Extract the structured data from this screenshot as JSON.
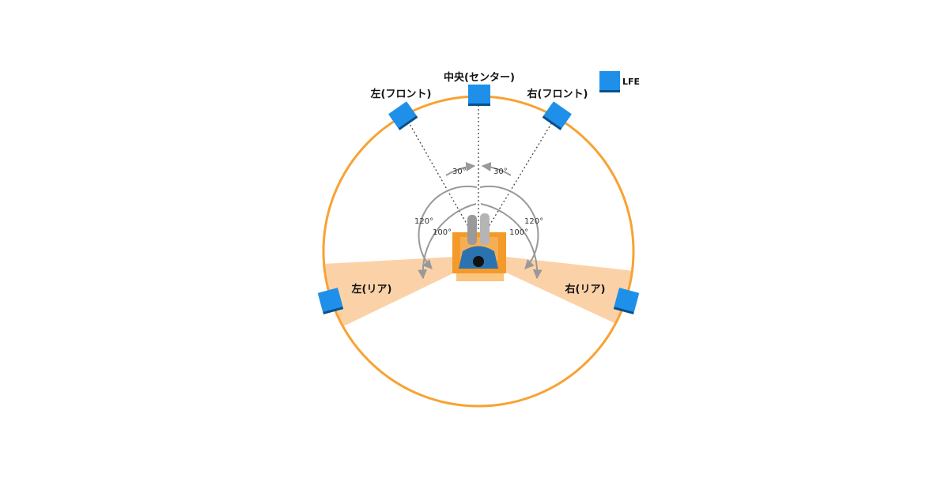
{
  "speakers": {
    "front_left": "左(フロント)",
    "center": "中央(センター)",
    "front_right": "右(フロント)",
    "rear_left": "左(リア)",
    "rear_right": "右(リア)",
    "lfe": "LFE"
  },
  "angles": {
    "center_left": "30°",
    "center_right": "30°",
    "outer_left": "120°",
    "inner_left": "100°",
    "outer_right": "120°",
    "inner_right": "100°"
  },
  "colors": {
    "circle": "#f8a233",
    "speaker": "#1e90ea",
    "speaker_edge": "#0a4f8a",
    "wedge": "#fbd2a8",
    "arc": "#999999",
    "chair": "#f39a2b",
    "listener_shirt": "#2a73b0"
  }
}
